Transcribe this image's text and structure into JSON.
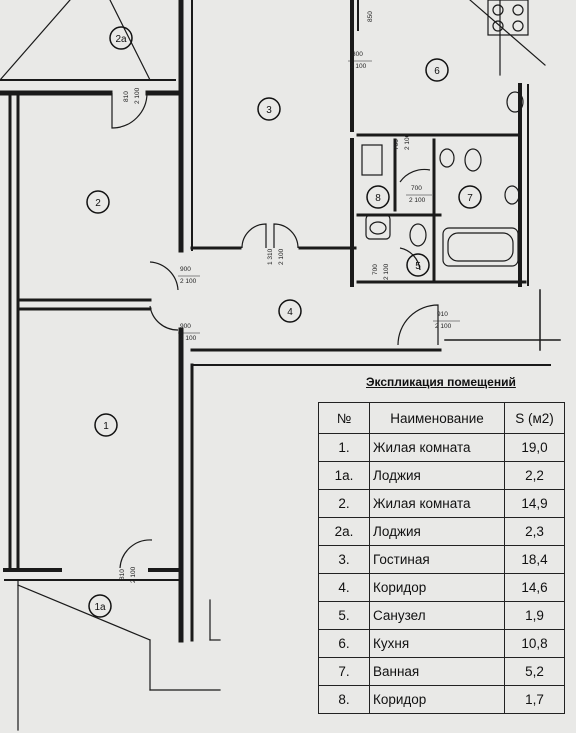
{
  "explication": {
    "title": "Экспликация помещений",
    "headers": {
      "num": "№",
      "name": "Наименование",
      "area": "S (м2)"
    },
    "rows": [
      {
        "num": "1.",
        "name": "Жилая комната",
        "area": "19,0"
      },
      {
        "num": "1a.",
        "name": "Лоджия",
        "area": "2,2"
      },
      {
        "num": "2.",
        "name": "Жилая комната",
        "area": "14,9"
      },
      {
        "num": "2a.",
        "name": "Лоджия",
        "area": "2,3"
      },
      {
        "num": "3.",
        "name": "Гостиная",
        "area": "18,4"
      },
      {
        "num": "4.",
        "name": "Коридор",
        "area": "14,6"
      },
      {
        "num": "5.",
        "name": "Санузел",
        "area": "1,9"
      },
      {
        "num": "6.",
        "name": "Кухня",
        "area": "10,8"
      },
      {
        "num": "7.",
        "name": "Ванная",
        "area": "5,2"
      },
      {
        "num": "8.",
        "name": "Коридор",
        "area": "1,7"
      }
    ]
  },
  "plan": {
    "room_labels": [
      "1",
      "1a",
      "2",
      "2a",
      "3",
      "4",
      "5",
      "6",
      "7",
      "8"
    ],
    "dims": {
      "d_900_a": "900",
      "d_2100_a": "2 100",
      "d_900_b": "900",
      "d_2100_b": "2 100",
      "d_1310": "1 310",
      "d_2100_c": "2 100",
      "d_910": "910",
      "d_2100_d": "2 100",
      "d_700_a": "700",
      "d_2100_e": "2 100",
      "d_700_b": "700",
      "d_2100_f": "2 100",
      "d_700_c": "700",
      "d_2100_g": "2 100",
      "d_800": "800",
      "d_2100_h": "2 100",
      "d_850": "850",
      "d_810_a": "810",
      "d_2100_i": "2 100",
      "d_810_b": "810",
      "d_2100_j": "2 100"
    }
  }
}
